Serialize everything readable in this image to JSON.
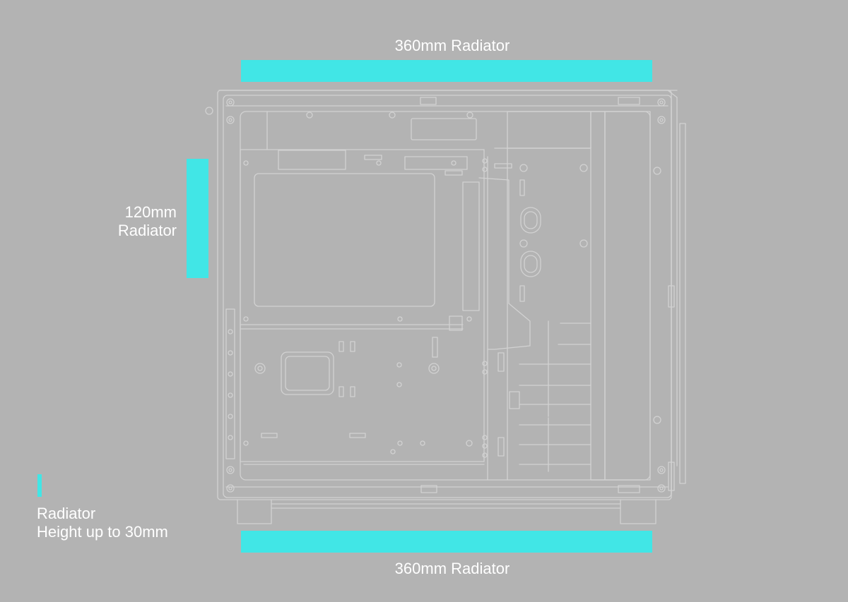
{
  "labels": {
    "top": "360mm Radiator",
    "side_line1": "120mm",
    "side_line2": "Radiator",
    "bottom": "360mm Radiator",
    "legend_line1": "Radiator",
    "legend_line2": "Height up to 30mm"
  },
  "colors": {
    "background": "#b3b3b3",
    "radiator_bar": "#41e6e6",
    "outline": "#d2d2d2",
    "text": "#ffffff"
  },
  "icons": [
    "pc-case-side-view-line-drawing"
  ]
}
